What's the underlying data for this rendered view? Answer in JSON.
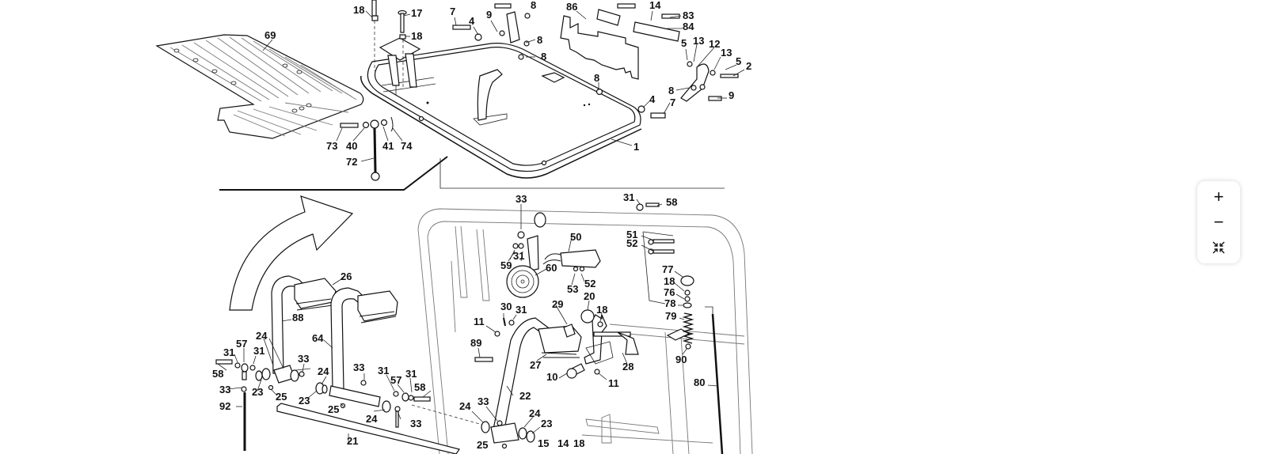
{
  "viewer": {
    "title": "Exploded parts diagram - pedals and footboard assembly",
    "zoom_controls": {
      "zoom_in_label": "+",
      "zoom_out_label": "−",
      "reset_icon": "collapse-arrows-icon"
    }
  },
  "diagram": {
    "labels": {
      "top_left": [
        "69",
        "18",
        "17",
        "18",
        "73",
        "40",
        "41",
        "74",
        "72"
      ],
      "top_center": [
        "7",
        "4",
        "9",
        "8",
        "8",
        "8",
        "1",
        "8",
        "4",
        "7"
      ],
      "top_right": [
        "86",
        "14",
        "83",
        "84",
        "5",
        "13",
        "12",
        "13",
        "5",
        "2",
        "8",
        "9"
      ],
      "bottom_left": [
        "26",
        "88",
        "64",
        "24",
        "57",
        "31",
        "31",
        "58",
        "33",
        "33",
        "92",
        "23",
        "25",
        "23",
        "24",
        "33",
        "31",
        "57",
        "31",
        "58",
        "25",
        "24",
        "33",
        "21"
      ],
      "bottom_center": [
        "33",
        "50",
        "31",
        "59",
        "60",
        "53",
        "52",
        "29",
        "20",
        "18",
        "30",
        "31",
        "11",
        "89",
        "27",
        "28",
        "10",
        "11",
        "22",
        "24",
        "33",
        "24",
        "23",
        "25",
        "15",
        "14",
        "18"
      ],
      "bottom_right": [
        "31",
        "58",
        "51",
        "52",
        "77",
        "18",
        "76",
        "78",
        "79",
        "90",
        "80"
      ]
    }
  }
}
